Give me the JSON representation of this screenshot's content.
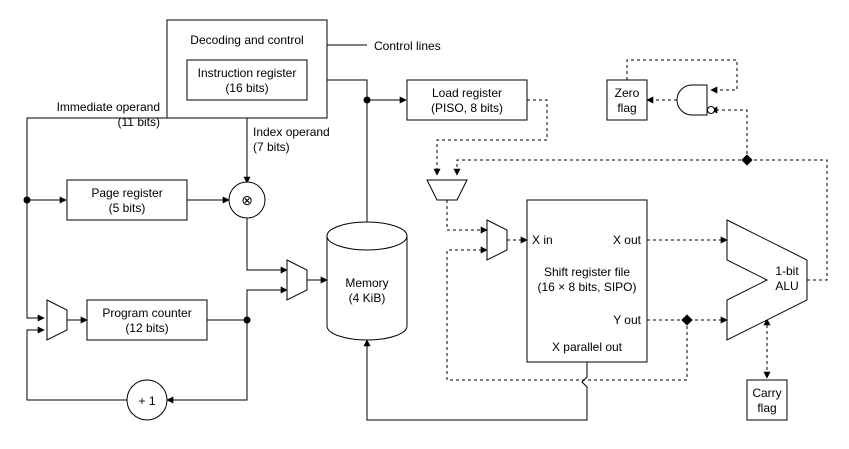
{
  "blocks": {
    "decoding_control": "Decoding and control",
    "instruction_register": [
      "Instruction register",
      "(16 bits)"
    ],
    "load_register": [
      "Load register",
      "(PISO, 8 bits)"
    ],
    "page_register": [
      "Page register",
      "(5 bits)"
    ],
    "program_counter": [
      "Program counter",
      "(12 bits)"
    ],
    "memory": [
      "Memory",
      "(4 KiB)"
    ],
    "shift_register_file": [
      "Shift register file",
      "(16 × 8 bits, SIPO)"
    ],
    "alu": [
      "1-bit",
      "ALU"
    ],
    "zero_flag": [
      "Zero",
      "flag"
    ],
    "carry_flag": [
      "Carry",
      "flag"
    ],
    "incrementer": "+ 1",
    "index_combiner": "⊗"
  },
  "signals": {
    "control_lines": "Control lines",
    "immediate_operand": [
      "Immediate operand",
      "(11 bits)"
    ],
    "index_operand": [
      "Index operand",
      "(7 bits)"
    ],
    "x_in": "X in",
    "x_out": "X out",
    "y_out": "Y out",
    "x_parallel_out": "X parallel out"
  }
}
